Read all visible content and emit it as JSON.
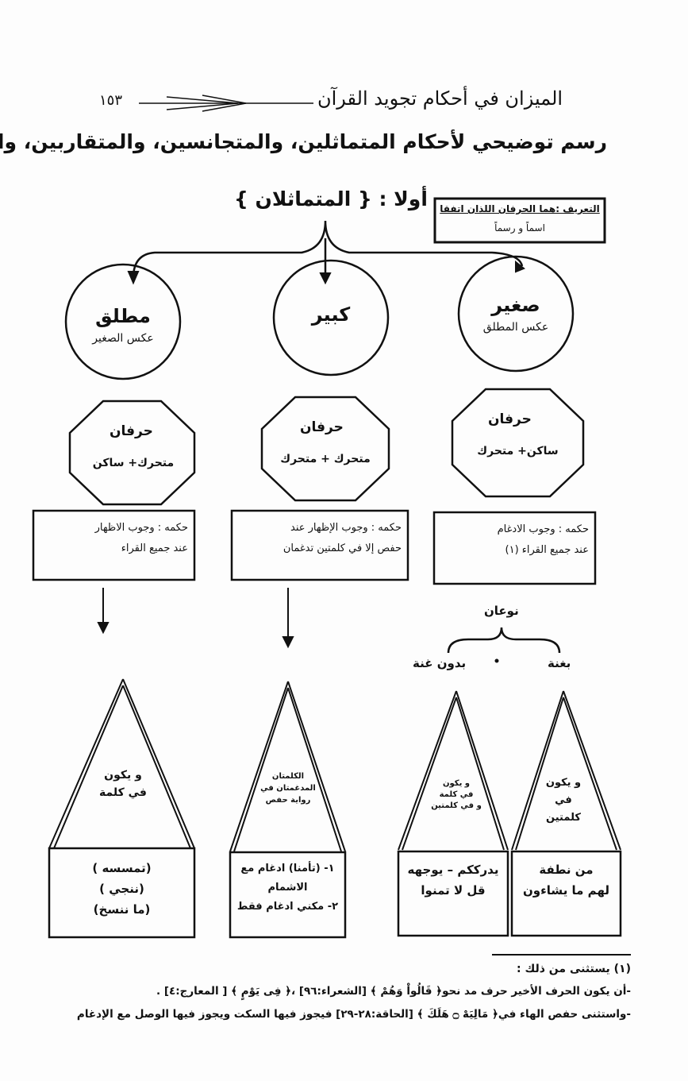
{
  "header": {
    "book_title": "الميزان في أحكام تجويد القرآن",
    "page_number": "١٥٣"
  },
  "title": "رسم توضيحي لأحكام المتماثلين، والمتجانسين، والمتقاربين، والمتباعدين",
  "section": "أولا : { المتماثلان }",
  "definition": {
    "line1": "التعريف :هما الحرفان اللذان اتفقا",
    "line2": "اسماً و رسماً"
  },
  "types": [
    {
      "name": "صغير",
      "desc": "عكس المطلق",
      "letters": "حرفان",
      "pattern": "ساكن+ متحرك",
      "rule1": "حكمه :   وجوب الادغام",
      "rule2": "عند جميع القراء (١)"
    },
    {
      "name": "كبير",
      "desc": "",
      "letters": "حرفان",
      "pattern": "متحرك + متحرك",
      "rule1": "حكمه : وجوب الإظهار عند",
      "rule2": "حفص إلا في كلمتين تدغمان"
    },
    {
      "name": "مطلق",
      "desc": "عكس الصغير",
      "letters": "حرفان",
      "pattern": "متحرك+ ساكن",
      "rule1": "حكمه :  وجوب الاظهار",
      "rule2": "عند جميع القراء"
    }
  ],
  "subtypes": {
    "label": "نوعان",
    "with": "بغنة",
    "without": "بدون غنة"
  },
  "triangles": [
    {
      "text": [
        "و يكون",
        "في",
        "كلمتين"
      ],
      "examples": [
        "من نطفة",
        "لهم ما يشاءون"
      ]
    },
    {
      "text": [
        "و يكون",
        "في كلمة",
        "و في كلمتين"
      ],
      "examples": [
        "يدرككم – يوجهه",
        "قل لا تمنوا"
      ]
    },
    {
      "text": [
        "الكلمتان",
        "المدغمتان في",
        "رواية حفص"
      ],
      "examples": [
        "١- (تأمنا) ادغام مع",
        "الاشمام",
        "٢- مكني ادغام فقط"
      ]
    },
    {
      "text": [
        "و يكون",
        "في كلمة"
      ],
      "examples": [
        "(تمسسه )",
        "(ننجي )",
        "(ما ننسخ)"
      ]
    }
  ],
  "footnote": {
    "line1": "(١) يستثنى من ذلك :",
    "line2": "-أن يكون الحرف الأخير حرف مد نحو﴿ قَالُواْ وَهُمْ ﴾ [الشعراء:٩٦] ،﴿ فِى يَوْمٍ ﴾ [ المعارج:٤] .",
    "line3": "-واستثنى حفص الهاء في﴿ مَالِيَهْ ۝ هَلَكَ ﴾ [الحاقة:٢٨-٢٩] فيجوز فيها السكت ويجوز فيها الوصل مع الإدغام"
  }
}
